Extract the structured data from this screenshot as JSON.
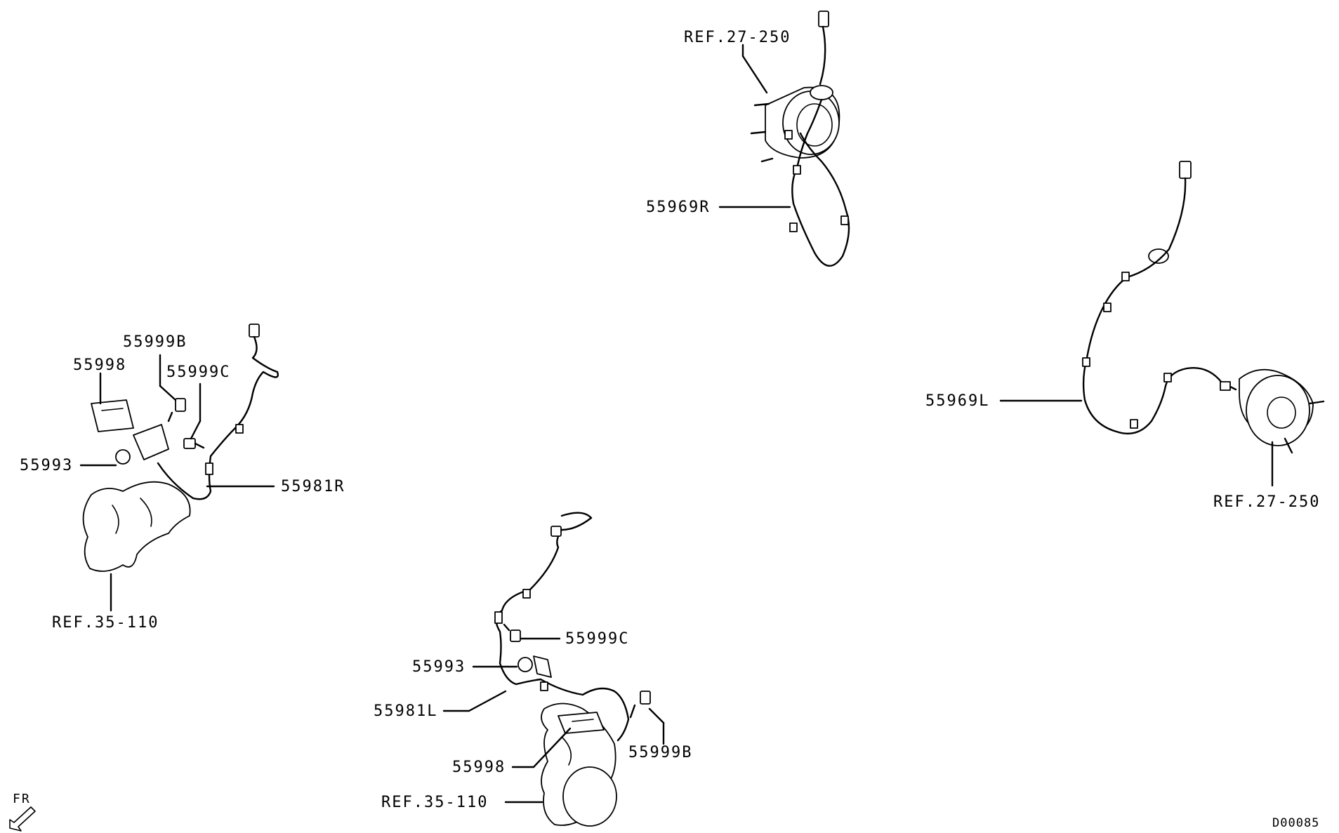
{
  "labels": {
    "ref_27_250_top": "REF.27-250",
    "part_55969R": "55969R",
    "part_55969L": "55969L",
    "ref_27_250_right": "REF.27-250",
    "left_55999B": "55999B",
    "left_55998": "55998",
    "left_55999C": "55999C",
    "left_55993": "55993",
    "left_55981R": "55981R",
    "left_ref_35_110": "REF.35-110",
    "bottom_55999C": "55999C",
    "bottom_55993": "55993",
    "bottom_55981L": "55981L",
    "bottom_55999B": "55999B",
    "bottom_55998": "55998",
    "bottom_ref_35_110": "REF.35-110"
  },
  "direction_indicator": "FR",
  "drawing_id": "D00085"
}
